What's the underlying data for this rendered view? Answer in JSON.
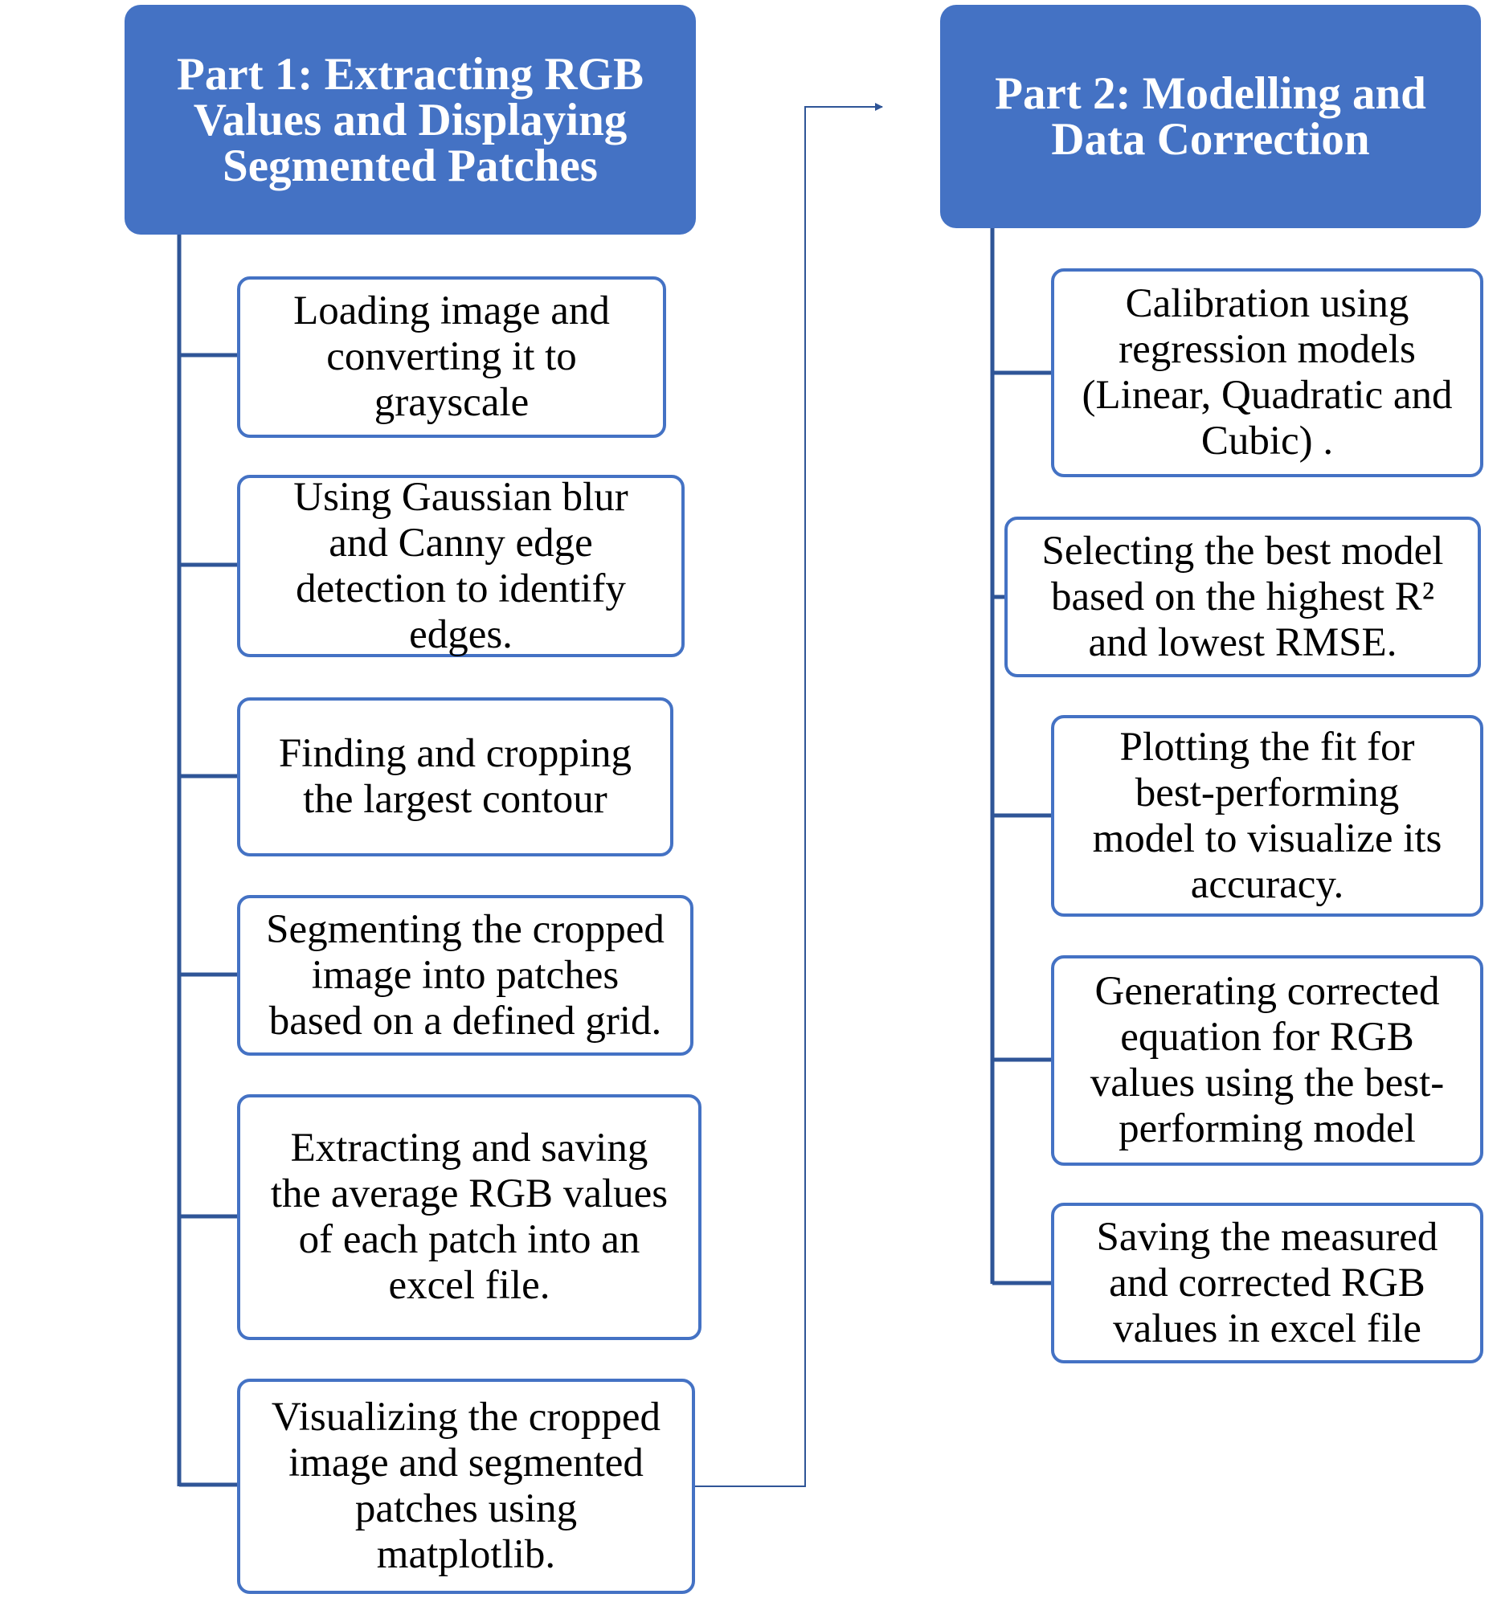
{
  "colors": {
    "header_fill": "#4472c4",
    "box_border": "#4472c4",
    "connector": "#2f5597"
  },
  "part1": {
    "title": "Part 1: Extracting RGB\nValues and Displaying\nSegmented Patches",
    "steps": [
      "Loading image and\nconverting it to\ngrayscale",
      "Using Gaussian blur\nand Canny edge\ndetection to identify\nedges.",
      "Finding and cropping\nthe largest contour",
      "Segmenting the cropped\nimage into patches\nbased on a defined grid.",
      "Extracting and saving\nthe average RGB values\nof each patch into an\nexcel file.",
      "Visualizing the cropped\nimage and segmented\npatches using\nmatplotlib."
    ]
  },
  "part2": {
    "title": "Part 2: Modelling and\nData Correction",
    "steps": [
      "Calibration using\nregression models\n(Linear, Quadratic and\nCubic) .",
      "Selecting the best model\nbased on the highest R²\nand lowest RMSE.",
      "Plotting the fit for\nbest-performing\nmodel to visualize its\naccuracy.",
      "Generating corrected\nequation for RGB\nvalues using the best-\nperforming model",
      "Saving the measured\nand corrected RGB\nvalues in excel file"
    ]
  }
}
